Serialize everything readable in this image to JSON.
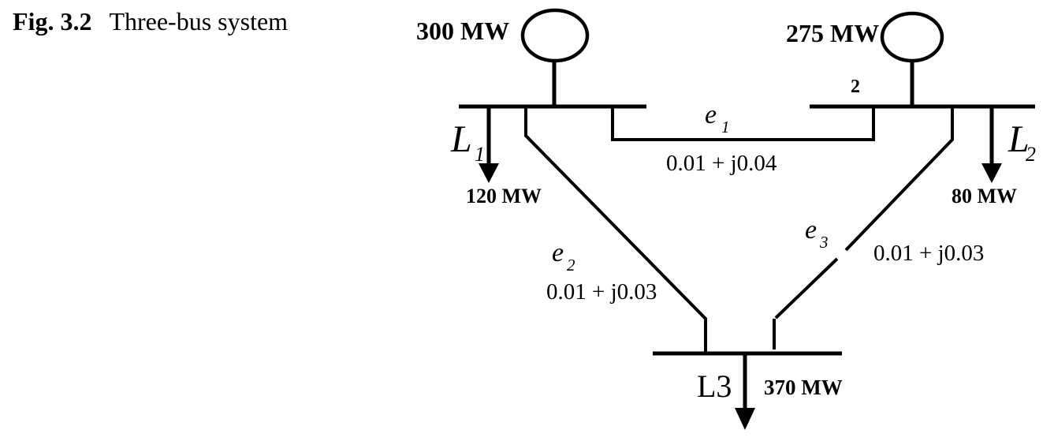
{
  "page": {
    "background": "#ffffff",
    "ink": "#000000"
  },
  "caption": {
    "label": "Fig. 3.2",
    "title": "Three-bus system"
  },
  "generators": [
    {
      "output": "300 MW"
    },
    {
      "output": "275 MW"
    }
  ],
  "buses": {
    "bus2_label": "2"
  },
  "lines": [
    {
      "symbol": "e",
      "sub": "1",
      "impedance": "0.01 + j0.04"
    },
    {
      "symbol": "e",
      "sub": "2",
      "impedance": "0.01 + j0.03"
    },
    {
      "symbol": "e",
      "sub": "3",
      "impedance": "0.01 + j0.03"
    }
  ],
  "loads": [
    {
      "symbol": "L",
      "sub": "1",
      "value": "120 MW"
    },
    {
      "symbol": "L",
      "sub": "2",
      "value": "80 MW"
    },
    {
      "symbol": "L3",
      "value": "370 MW"
    }
  ]
}
